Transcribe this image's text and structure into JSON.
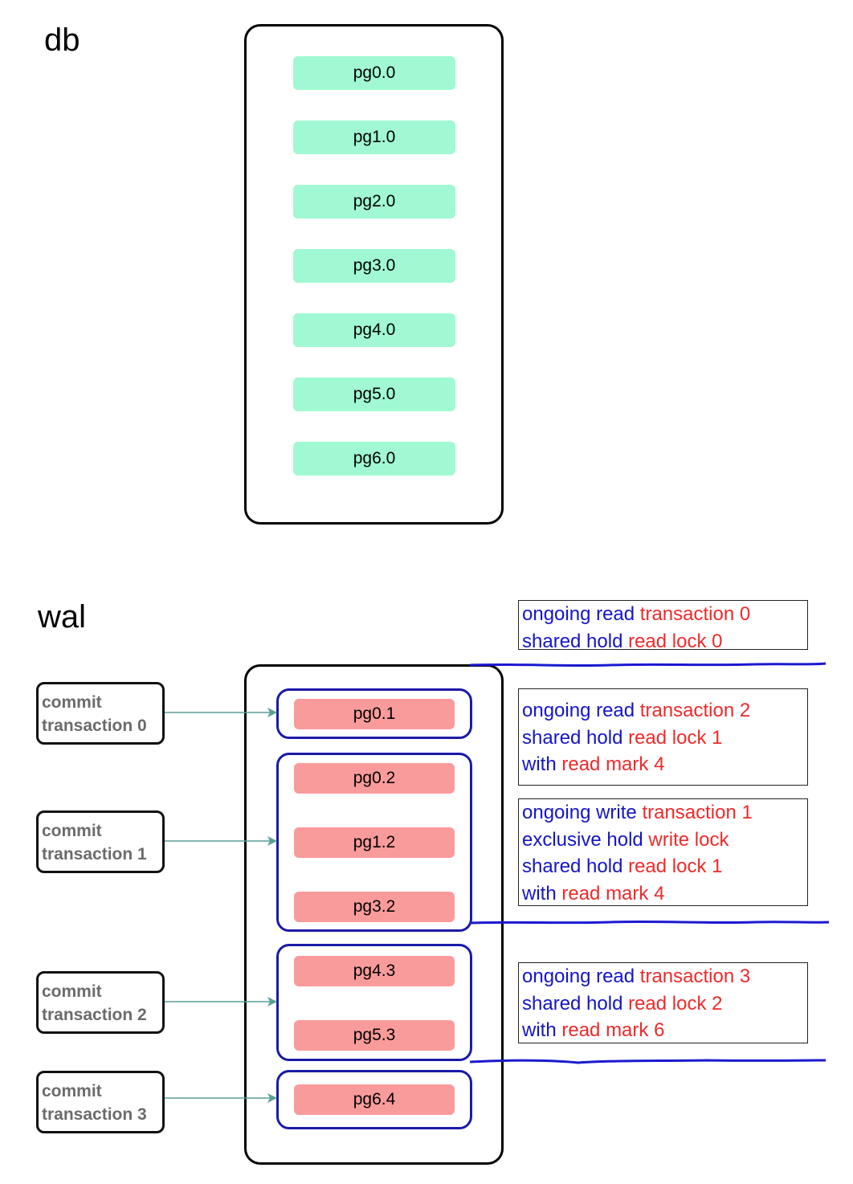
{
  "db": {
    "title": "db",
    "pages": [
      "pg0.0",
      "pg1.0",
      "pg2.0",
      "pg3.0",
      "pg4.0",
      "pg5.0",
      "pg6.0"
    ]
  },
  "wal": {
    "title": "wal",
    "groups": [
      {
        "pages": [
          "pg0.1"
        ]
      },
      {
        "pages": [
          "pg0.2",
          "pg1.2",
          "pg3.2"
        ]
      },
      {
        "pages": [
          "pg4.3",
          "pg5.3"
        ]
      },
      {
        "pages": [
          "pg6.4"
        ]
      }
    ],
    "commits": [
      {
        "line1": "commit",
        "line2": "transaction 0"
      },
      {
        "line1": "commit",
        "line2": "transaction 1"
      },
      {
        "line1": "commit",
        "line2": "transaction 2"
      },
      {
        "line1": "commit",
        "line2": "transaction 3"
      }
    ]
  },
  "notes": [
    {
      "lines": [
        [
          {
            "text": "ongoing read ",
            "color": "blue"
          },
          {
            "text": "transaction 0",
            "color": "red"
          }
        ],
        [
          {
            "text": "shared hold ",
            "color": "blue"
          },
          {
            "text": "read lock 0",
            "color": "red"
          }
        ]
      ]
    },
    {
      "lines": [
        [
          {
            "text": "ongoing read ",
            "color": "blue"
          },
          {
            "text": "transaction 2",
            "color": "red"
          }
        ],
        [
          {
            "text": "shared hold ",
            "color": "blue"
          },
          {
            "text": "read lock 1",
            "color": "red"
          }
        ],
        [
          {
            "text": "with ",
            "color": "blue"
          },
          {
            "text": "read mark 4",
            "color": "red"
          }
        ]
      ]
    },
    {
      "lines": [
        [
          {
            "text": "ongoing write ",
            "color": "blue"
          },
          {
            "text": "transaction 1",
            "color": "red"
          }
        ],
        [
          {
            "text": "exclusive hold ",
            "color": "blue"
          },
          {
            "text": "write lock",
            "color": "red"
          }
        ],
        [
          {
            "text": "shared hold ",
            "color": "blue"
          },
          {
            "text": "read lock 1",
            "color": "red"
          }
        ],
        [
          {
            "text": "with ",
            "color": "blue"
          },
          {
            "text": "read mark 4",
            "color": "red"
          }
        ]
      ]
    },
    {
      "lines": [
        [
          {
            "text": "ongoing read ",
            "color": "blue"
          },
          {
            "text": "transaction 3",
            "color": "red"
          }
        ],
        [
          {
            "text": "shared hold ",
            "color": "blue"
          },
          {
            "text": "read lock 2",
            "color": "red"
          }
        ],
        [
          {
            "text": "with ",
            "color": "blue"
          },
          {
            "text": "read mark 6",
            "color": "red"
          }
        ]
      ]
    }
  ]
}
